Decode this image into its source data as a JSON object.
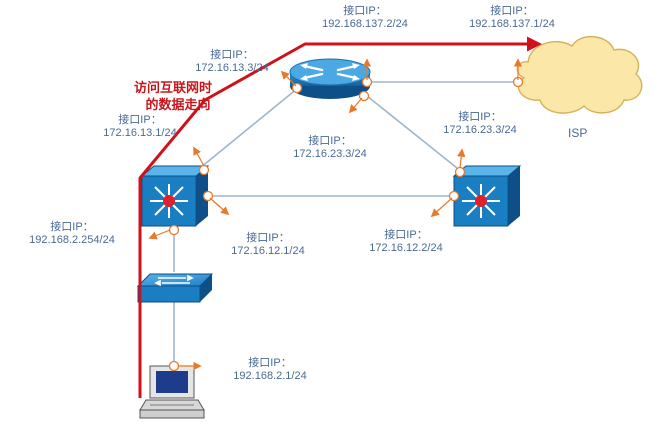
{
  "colors": {
    "link": "#9fb6cc",
    "path": "#d0111b",
    "arrow": "#e8782a",
    "device_blue": "#1a7ec2",
    "device_dark": "#0d4f86",
    "cloud_fill": "#fbe7a8",
    "cloud_stroke": "#d4b25a",
    "label": "#4a6a94"
  },
  "title": {
    "line1": "访问互联网时",
    "line2": "的数据走向"
  },
  "isp": {
    "label": "ISP"
  },
  "interfaces": [
    {
      "id": "r-isp",
      "caption": "接口IP：",
      "ip": "192.168.137.2/24"
    },
    {
      "id": "isp-r",
      "caption": "接口IP：",
      "ip": "192.168.137.1/24"
    },
    {
      "id": "r-ls",
      "caption": "接口IP：",
      "ip": "172.16.13.3/24"
    },
    {
      "id": "r-rs",
      "caption": "接口IP：",
      "ip": "172.16.23.3/24"
    },
    {
      "id": "ls-r",
      "caption": "接口IP：",
      "ip": "172.16.13.1/24"
    },
    {
      "id": "rs-r",
      "caption": "接口IP：",
      "ip": "172.16.23.3/24"
    },
    {
      "id": "ls-sw",
      "caption": "接口IP：",
      "ip": "192.168.2.254/24"
    },
    {
      "id": "ls-rs",
      "caption": "接口IP：",
      "ip": "172.16.12.1/24"
    },
    {
      "id": "rs-ls",
      "caption": "接口IP：",
      "ip": "172.16.12.2/24"
    },
    {
      "id": "pc",
      "caption": "接口IP：",
      "ip": "192.168.2.1/24"
    }
  ]
}
